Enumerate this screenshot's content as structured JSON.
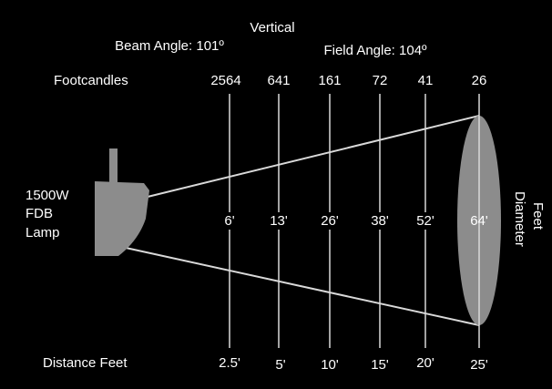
{
  "title": "Vertical",
  "beam_angle": "Beam Angle: 101º",
  "field_angle": "Field Angle: 104º",
  "footcandles_label": "Footcandles",
  "distance_label": "Distance Feet",
  "diameter_label": "Diameter",
  "feet_label": "Feet",
  "lamp": {
    "line1": "1500W",
    "line2": "FDB",
    "line3": "Lamp"
  },
  "columns": [
    {
      "footcandles": "2564",
      "diameter": "6'",
      "distance": "2.5'"
    },
    {
      "footcandles": "641",
      "diameter": "13'",
      "distance": "5'"
    },
    {
      "footcandles": "161",
      "diameter": "26'",
      "distance": "10'"
    },
    {
      "footcandles": "72",
      "diameter": "38'",
      "distance": "15'"
    },
    {
      "footcandles": "41",
      "diameter": "52'",
      "distance": "20'"
    },
    {
      "footcandles": "26",
      "diameter": "64'",
      "distance": "25'"
    }
  ],
  "colors": {
    "background": "#000000",
    "lines": "#d9d9d9",
    "lamp": "#8c8c8c",
    "ellipse": "#8c8c8c",
    "text": "#ffffff"
  }
}
